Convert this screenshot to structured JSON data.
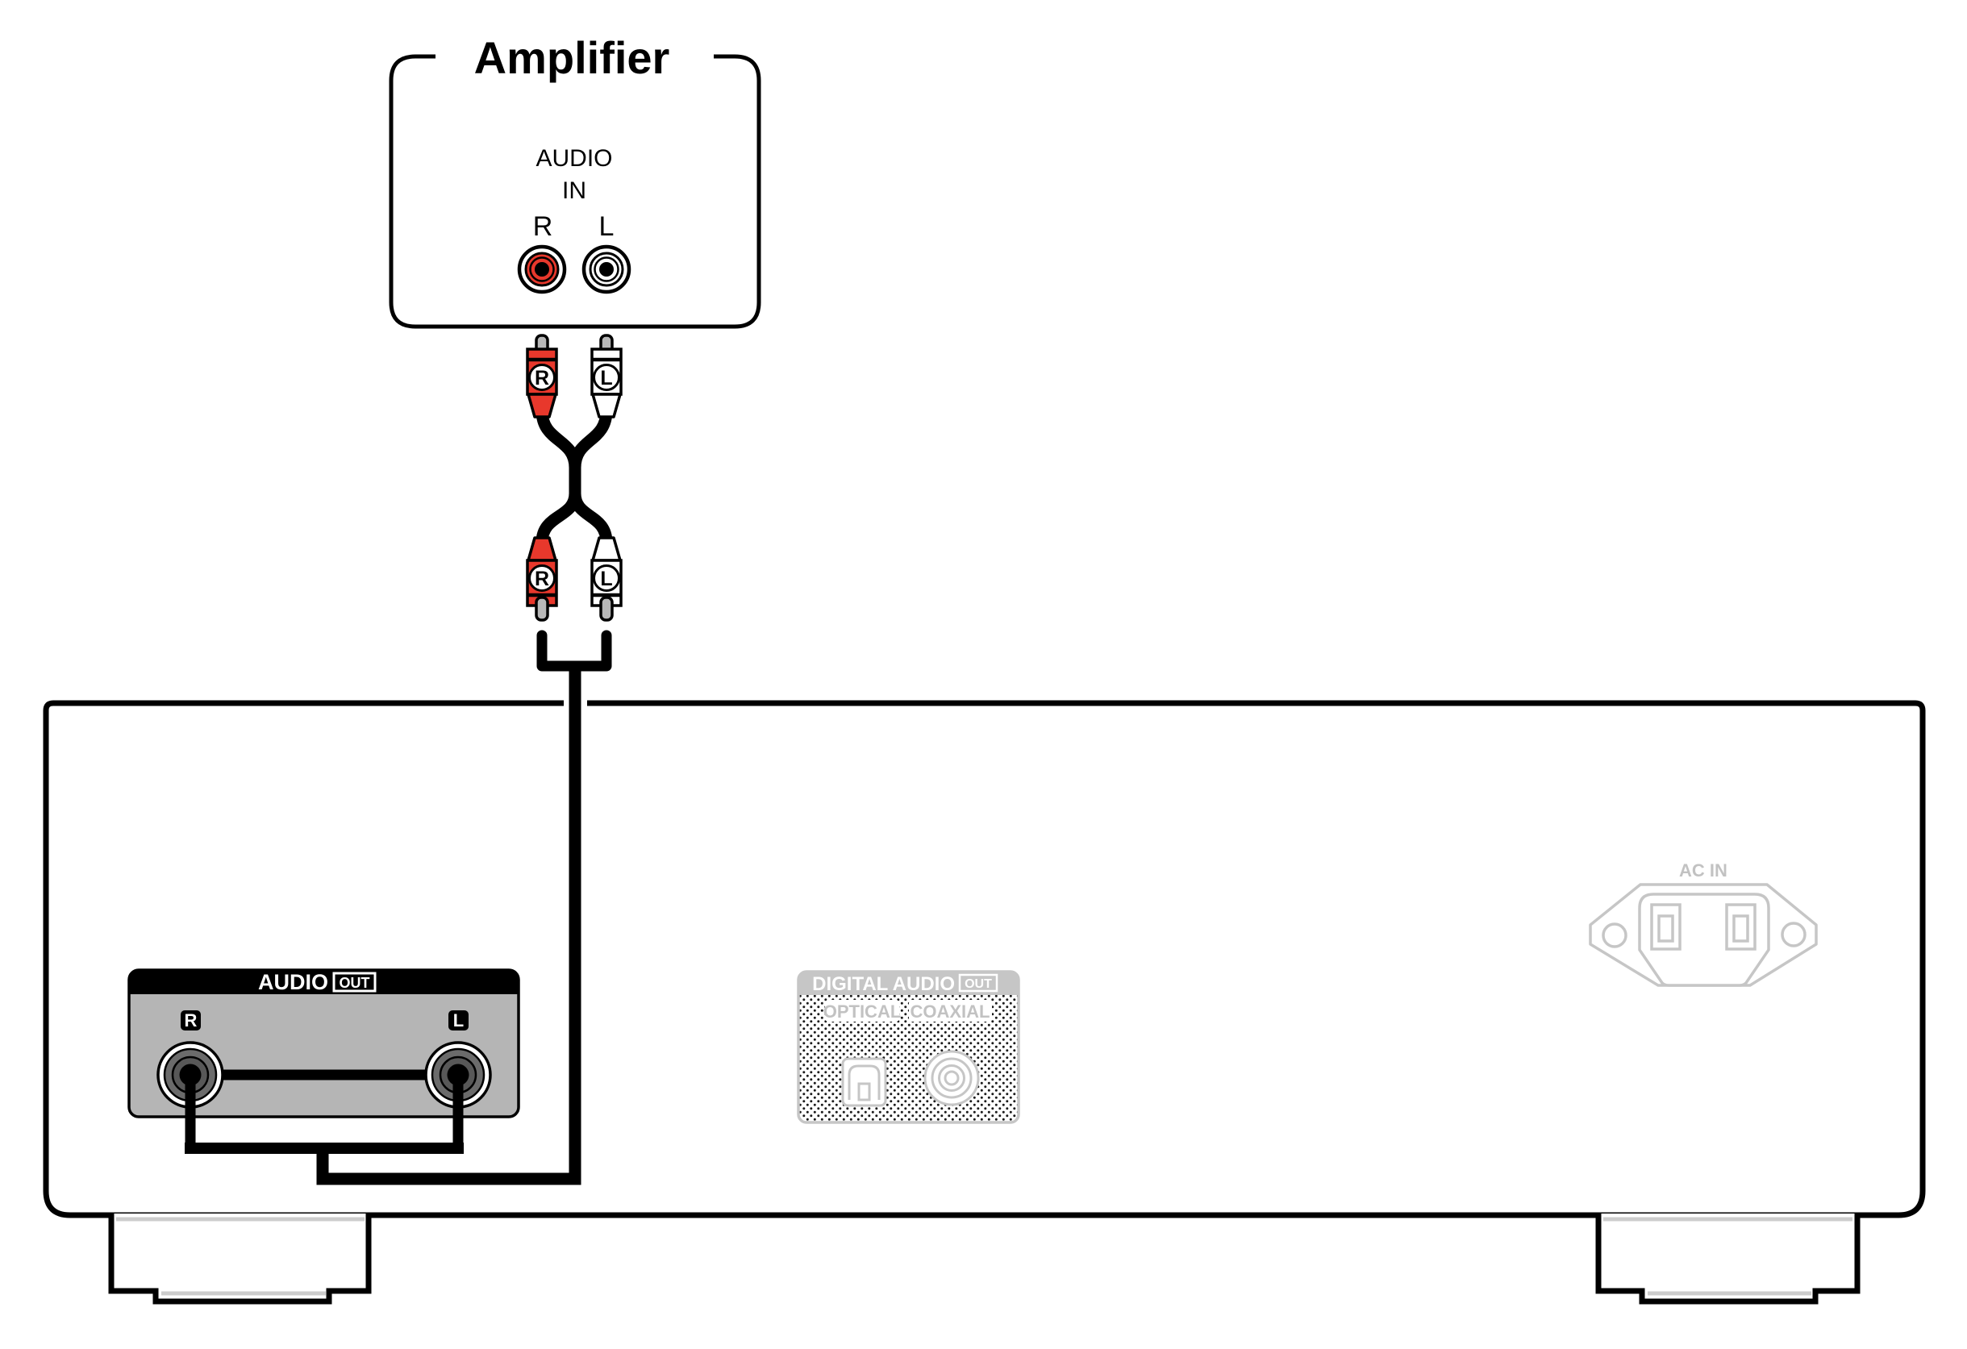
{
  "diagram": {
    "amplifier": {
      "title": "Amplifier",
      "panel_label_line1": "AUDIO",
      "panel_label_line2": "IN",
      "jack_right_label": "R",
      "jack_left_label": "L"
    },
    "cable": {
      "upper_plug_right_label": "R",
      "upper_plug_left_label": "L",
      "lower_plug_right_label": "R",
      "lower_plug_left_label": "L"
    },
    "player": {
      "audio_out": {
        "header_label": "AUDIO",
        "header_badge": "OUT",
        "jack_right_label": "R",
        "jack_left_label": "L"
      },
      "digital_audio_out": {
        "header_label": "DIGITAL AUDIO",
        "header_badge": "OUT",
        "optical_label": "OPTICAL",
        "coaxial_label": "COAXIAL"
      },
      "ac_in": {
        "label": "AC IN"
      }
    },
    "colors": {
      "rca_red": "#e8382c",
      "rca_white": "#ffffff",
      "audio_panel_gray": "#b5b5b5",
      "inactive_gray": "#c6c6c6",
      "cable_black": "#000000"
    }
  }
}
